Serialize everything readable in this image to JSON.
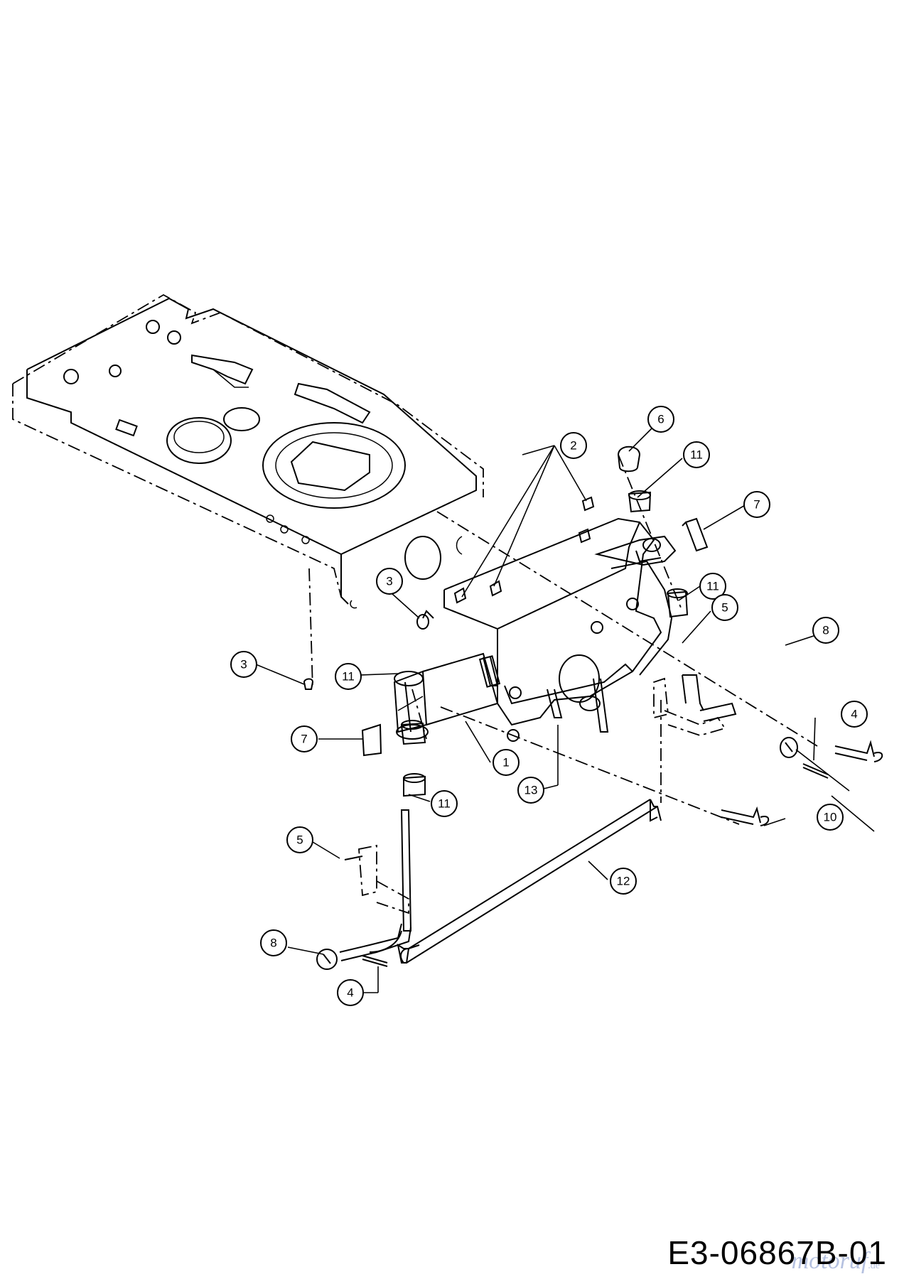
{
  "diagram": {
    "drawing_code": "E3-06867B-01",
    "watermark": {
      "brand": "motoruf",
      "tld": ".de"
    },
    "callouts": [
      {
        "id": "c2",
        "label": "2"
      },
      {
        "id": "c6",
        "label": "6"
      },
      {
        "id": "c11a",
        "label": "11"
      },
      {
        "id": "c7a",
        "label": "7"
      },
      {
        "id": "c11b",
        "label": "11"
      },
      {
        "id": "c5a",
        "label": "5"
      },
      {
        "id": "c8a",
        "label": "8"
      },
      {
        "id": "c4a",
        "label": "4"
      },
      {
        "id": "c3a",
        "label": "3"
      },
      {
        "id": "c11c",
        "label": "11"
      },
      {
        "id": "c3b",
        "label": "3"
      },
      {
        "id": "c7b",
        "label": "7"
      },
      {
        "id": "c1",
        "label": "1"
      },
      {
        "id": "c13",
        "label": "13"
      },
      {
        "id": "c11d",
        "label": "11"
      },
      {
        "id": "c10",
        "label": "10"
      },
      {
        "id": "c5b",
        "label": "5"
      },
      {
        "id": "c12",
        "label": "12"
      },
      {
        "id": "c8b",
        "label": "8"
      },
      {
        "id": "c4b",
        "label": "4"
      }
    ]
  }
}
